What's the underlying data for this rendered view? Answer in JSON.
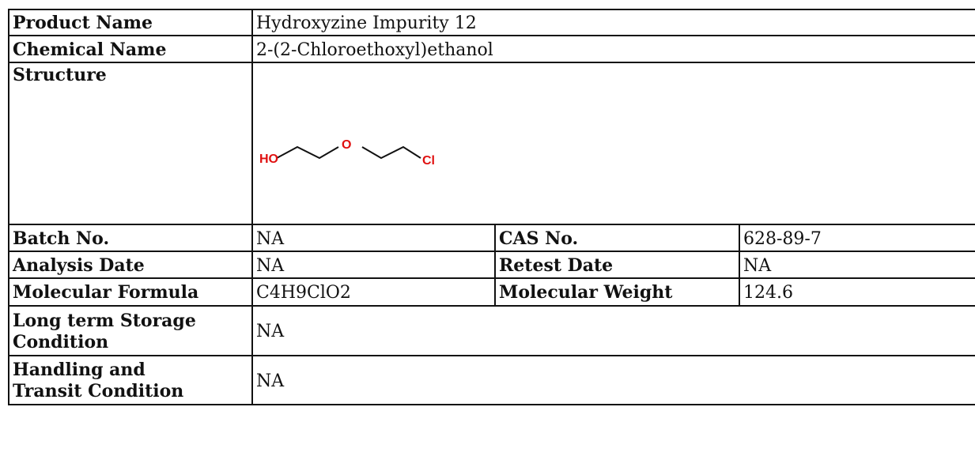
{
  "rows": {
    "product": {
      "label": "Product Name",
      "value": "Hydroxyzine Impurity 12"
    },
    "chemical": {
      "label": "Chemical Name",
      "value": "2-(2-Chloroethoxyl)ethanol"
    },
    "structure": {
      "label": "Structure",
      "atoms": {
        "left": "HO",
        "middle": "O",
        "right": "Cl"
      },
      "atom_color": "#e01010"
    },
    "batch": {
      "label": "Batch No.",
      "value": "NA",
      "label2": "CAS No.",
      "value2": "628-89-7"
    },
    "analysis": {
      "label": "Analysis Date",
      "value": "NA",
      "label2": "Retest Date",
      "value2": "NA"
    },
    "formula": {
      "label": "Molecular Formula",
      "value": "C4H9ClO2",
      "label2": "Molecular Weight",
      "value2": "124.6"
    },
    "storage": {
      "label_line1": "Long term Storage",
      "label_line2": "Condition",
      "value": "NA"
    },
    "handling": {
      "label_line1": "Handling and",
      "label_line2": "Transit Condition",
      "value": "NA"
    }
  }
}
